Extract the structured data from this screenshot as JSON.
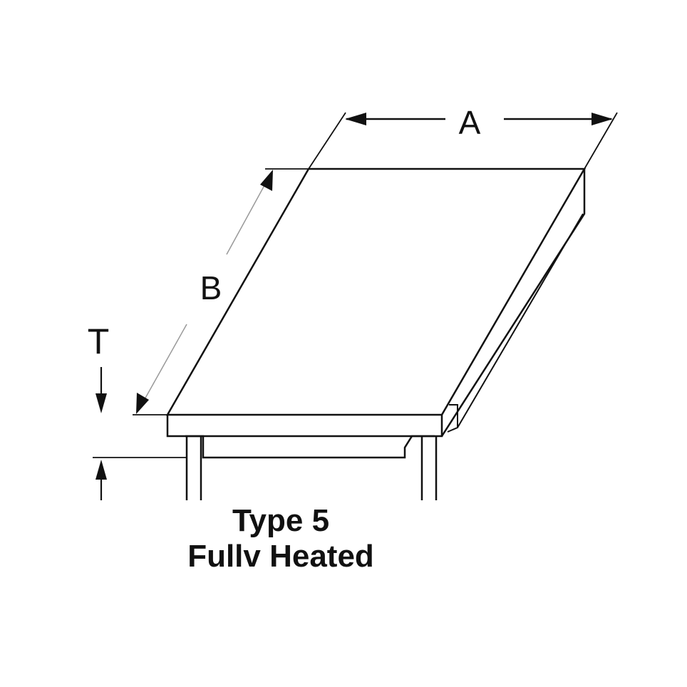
{
  "diagram": {
    "dimension_labels": {
      "a": "A",
      "b": "B",
      "t": "T"
    },
    "caption": {
      "line1": "Type 5",
      "line2": "Fullv Heated"
    },
    "colors": {
      "line": "#111111",
      "thin_line": "#888888",
      "background": "#ffffff"
    }
  }
}
